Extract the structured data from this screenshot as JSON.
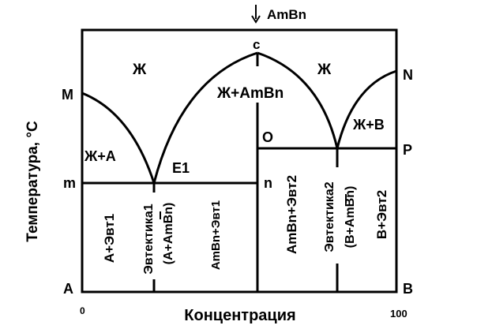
{
  "compound_label": "AmBn",
  "axes": {
    "y_label": "Температура, °C",
    "x_label": "Концентрация",
    "x_min_label": "0",
    "x_max_label": "100"
  },
  "points": {
    "M": "M",
    "m": "m",
    "A": "A",
    "B": "B",
    "N": "N",
    "P": "P",
    "O": "O",
    "n": "n",
    "c": "c",
    "E1": "E1"
  },
  "regions": {
    "liquid_left": "Ж",
    "liquid_right": "Ж",
    "liquid_compound": "Ж+AmBn",
    "liquid_A": "Ж+A",
    "liquid_B": "Ж+B",
    "a_eut1": "A+Эвт1",
    "eutectic1_line1": "Эвтектика1",
    "eutectic1_line2": "(A+AmBn)",
    "ambn_eut1": "AmBn+Эвт1",
    "ambn_eut2": "AmBn+Эвт2",
    "eutectic2_line1": "Эвтектика2",
    "eutectic2_line2": "(B+AmBn)",
    "b_eut2": "B+Эвт2"
  },
  "colors": {
    "ink": "#000000",
    "background": "#ffffff"
  }
}
